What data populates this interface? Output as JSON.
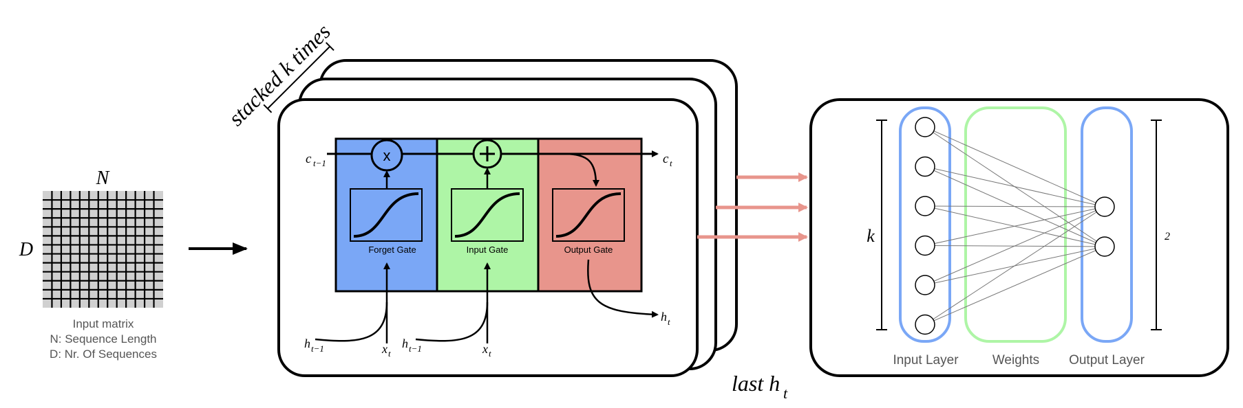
{
  "input_matrix": {
    "n_label": "N",
    "d_label": "D",
    "caption_title": "Input matrix",
    "caption_n": "N: Sequence Length",
    "caption_d": "D: Nr. Of Sequences",
    "grid_rows": 13,
    "grid_cols": 13
  },
  "stack": {
    "label": "stacked k times",
    "layers": 3
  },
  "lstm": {
    "c_in": "c",
    "c_in_sub": "t−1",
    "c_out": "c",
    "c_out_sub": "t",
    "h_out": "h",
    "h_out_sub": "t",
    "gates": [
      {
        "label": "Forget Gate",
        "operator": "x",
        "color": "#7aa7f6"
      },
      {
        "label": "Input Gate",
        "operator": "+",
        "color": "#aef5a6"
      },
      {
        "label": "Output Gate",
        "operator": "",
        "color": "#e8958c"
      }
    ],
    "inputs": [
      {
        "h": "h",
        "h_sub": "t−1",
        "x": "x",
        "x_sub": "t"
      },
      {
        "h": "h",
        "h_sub": "t−1",
        "x": "x",
        "x_sub": "t"
      }
    ]
  },
  "last_output": {
    "text": "last h",
    "sub": "t"
  },
  "network": {
    "k_label": "k",
    "two_label": "2",
    "input_nodes": 6,
    "output_nodes": 2,
    "layer_labels": [
      "Input Layer",
      "Weights",
      "Output Layer"
    ]
  },
  "colors": {
    "arrow_pink": "#e8958c",
    "layer_blue": "#7aa7f6",
    "weights_green": "#aef5a6",
    "grid_fill": "#d0d0d0",
    "caption_gray": "#555555"
  }
}
